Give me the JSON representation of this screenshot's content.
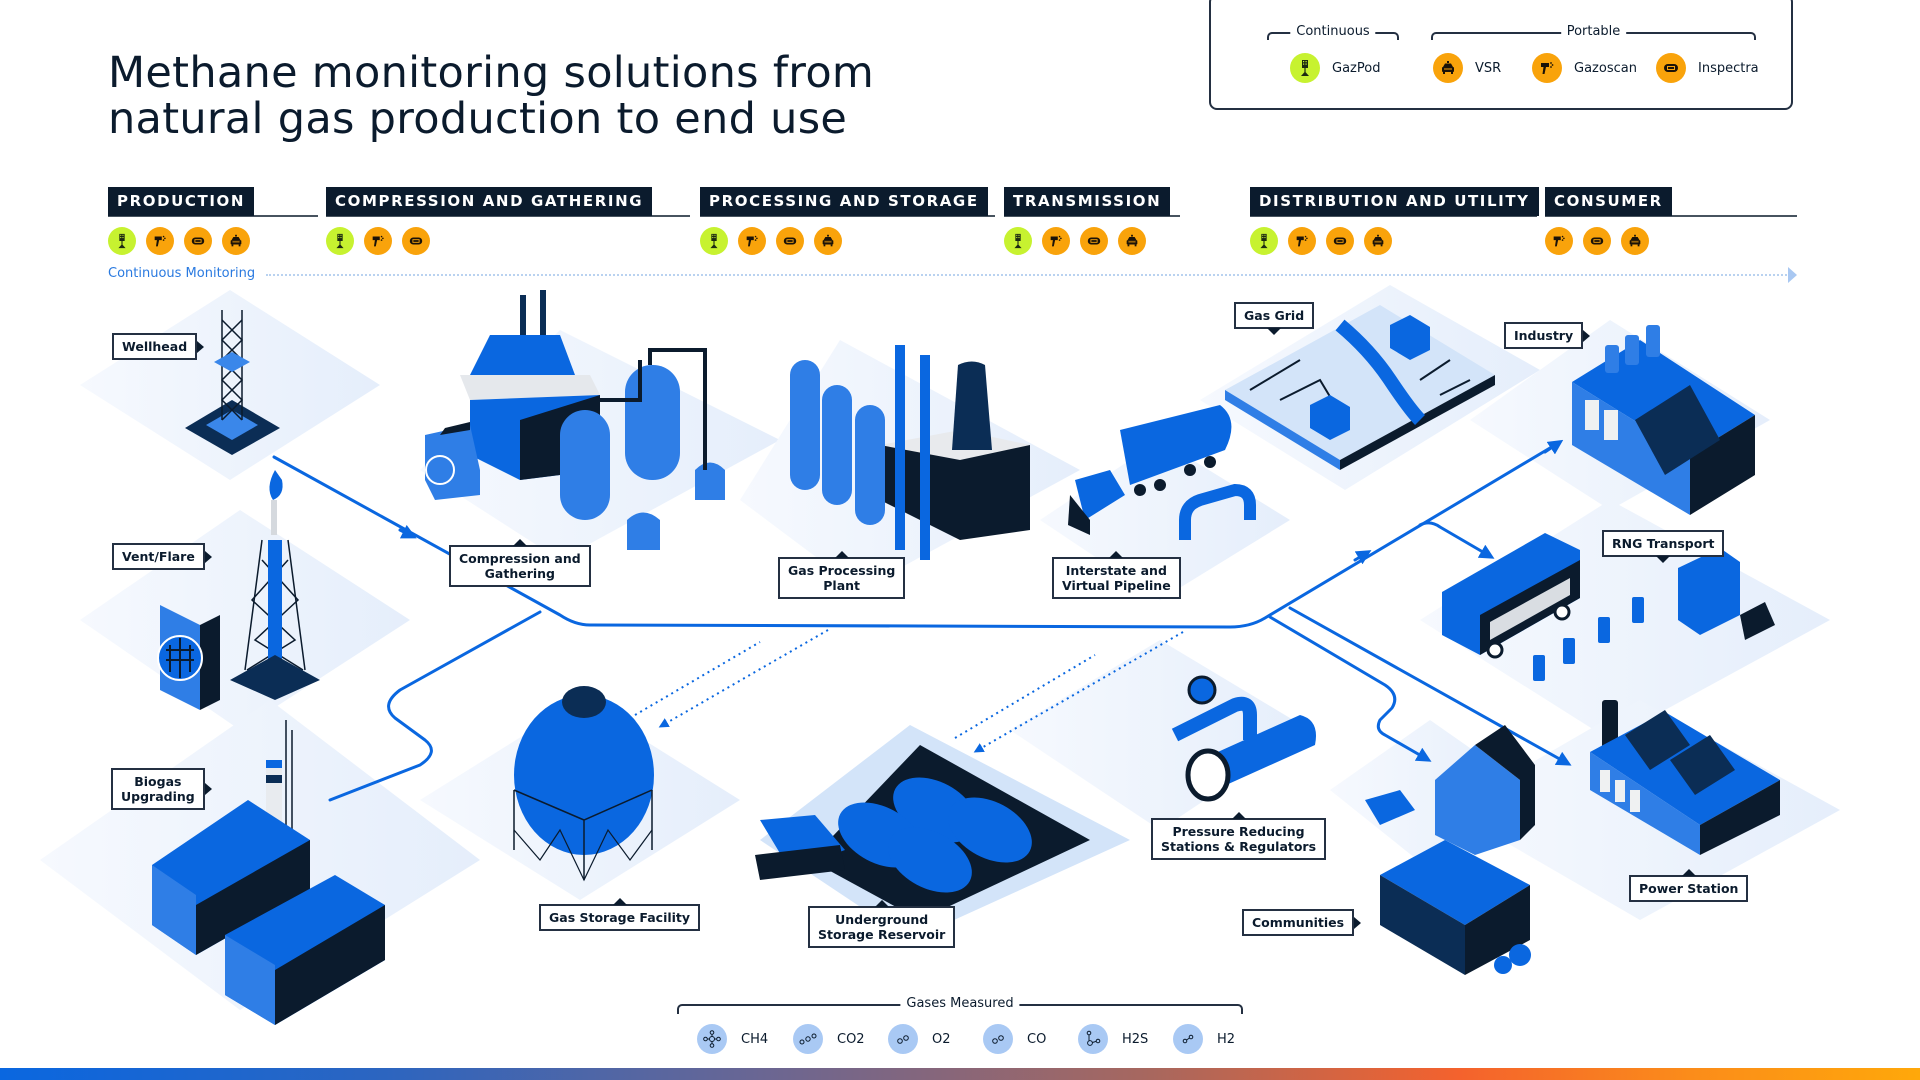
{
  "title": {
    "line1": "Methane monitoring solutions from",
    "line2": "natural gas production to end use"
  },
  "legend": {
    "continuous_label": "Continuous",
    "portable_label": "Portable",
    "devices": [
      {
        "name": "GazPod",
        "type": "continuous",
        "icon": "gazpod-icon",
        "color": "#c7f230"
      },
      {
        "name": "VSR",
        "type": "portable",
        "icon": "vehicle-icon",
        "color": "#f9a30b"
      },
      {
        "name": "Gazoscan",
        "type": "portable",
        "icon": "handheld-detector-icon",
        "color": "#f9a30b"
      },
      {
        "name": "Inspectra",
        "type": "portable",
        "icon": "inspectra-icon",
        "color": "#f9a30b"
      }
    ]
  },
  "stages": [
    {
      "label": "PRODUCTION",
      "devices": [
        "GazPod",
        "Gazoscan",
        "Inspectra",
        "VSR"
      ]
    },
    {
      "label": "COMPRESSION AND GATHERING",
      "devices": [
        "GazPod",
        "Gazoscan",
        "Inspectra"
      ]
    },
    {
      "label": "PROCESSING AND STORAGE",
      "devices": [
        "GazPod",
        "Gazoscan",
        "Inspectra",
        "VSR"
      ]
    },
    {
      "label": "TRANSMISSION",
      "devices": [
        "GazPod",
        "Gazoscan",
        "Inspectra",
        "VSR"
      ]
    },
    {
      "label": "DISTRIBUTION AND UTILITY",
      "devices": [
        "GazPod",
        "Gazoscan",
        "Inspectra",
        "VSR"
      ]
    },
    {
      "label": "CONSUMER",
      "devices": [
        "Gazoscan",
        "Inspectra",
        "VSR"
      ]
    }
  ],
  "continuous_monitoring_label": "Continuous Monitoring",
  "facilities": {
    "wellhead": "Wellhead",
    "vent_flare": "Vent/Flare",
    "biogas_1": "Biogas",
    "biogas_2": "Upgrading",
    "compression_1": "Compression and",
    "compression_2": "Gathering",
    "gas_processing_1": "Gas Processing",
    "gas_processing_2": "Plant",
    "gas_storage": "Gas Storage Facility",
    "underground_1": "Underground",
    "underground_2": "Storage Reservoir",
    "interstate_1": "Interstate and",
    "interstate_2": "Virtual Pipeline",
    "gas_grid": "Gas Grid",
    "industry": "Industry",
    "rng_transport": "RNG Transport",
    "pressure_1": "Pressure Reducing",
    "pressure_2": "Stations & Regulators",
    "communities": "Communities",
    "power_station": "Power Station"
  },
  "gases": {
    "label": "Gases Measured",
    "items": [
      "CH4",
      "CO2",
      "O2",
      "CO",
      "H2S",
      "H2"
    ]
  },
  "colors": {
    "navy": "#0b1b2d",
    "blue": "#0a67e0",
    "light_blue": "#3a87ea",
    "pale": "#e8f0fb",
    "continuous_green": "#c7f230",
    "portable_orange": "#f9a30b"
  }
}
